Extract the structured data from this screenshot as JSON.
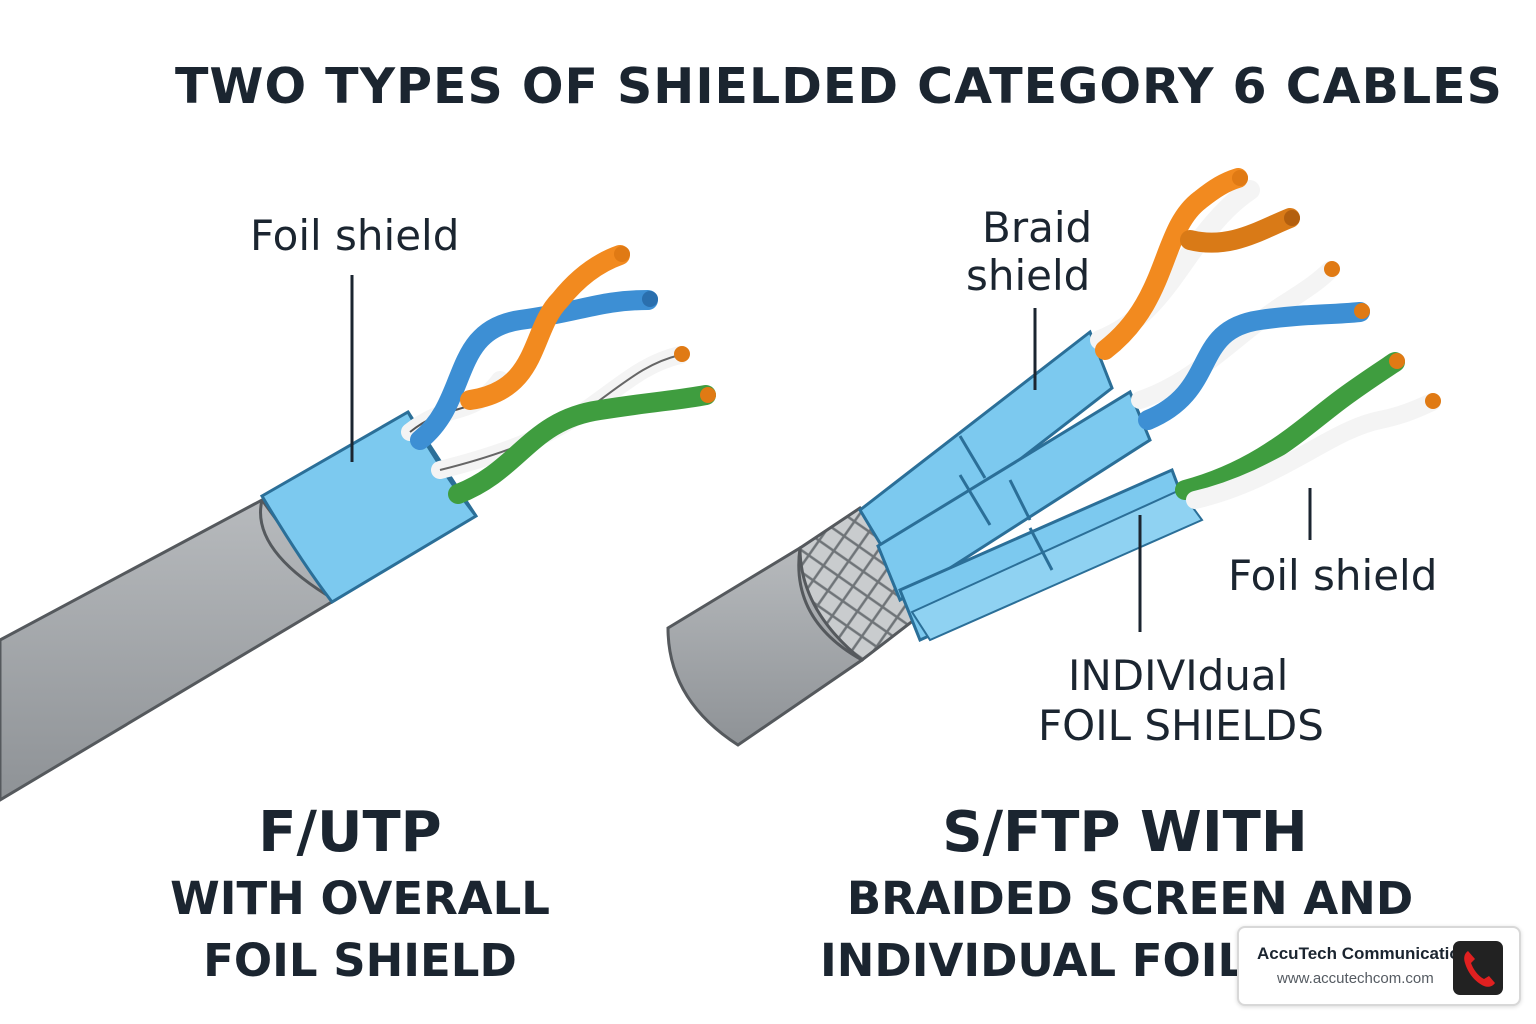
{
  "title": "TWO TYPES OF SHIELDED CATEGORY 6 CABLES",
  "left_cable": {
    "label_foil": "Foil shield",
    "caption_main": "F/UTP",
    "caption_line1": "WITH OVERALL",
    "caption_line2": "FOIL SHIELD"
  },
  "right_cable": {
    "label_braid_1": "Braid",
    "label_braid_2": "shield",
    "label_foil": "Foil shield",
    "label_individual_1": "INDIVIdual",
    "label_individual_2": "FOIL SHIELDS",
    "caption_main": "S/FTP WITH",
    "caption_line1": "BRAIDED SCREEN AND",
    "caption_line2": "INDIVIDUAL FOIL S"
  },
  "badge": {
    "name": "AccuTech Communication",
    "url": "www.accutechcom.com",
    "icon": "phone-icon"
  },
  "colors": {
    "jacket": "#a3a7ab",
    "foil": "#7cc9ef",
    "orange": "#f28a1f",
    "blue": "#3d8fd4",
    "green": "#3f9d3f",
    "white_wire": "#f4f4f4",
    "text": "#1b2530",
    "badge_icon_bg": "#222222",
    "badge_icon_phone": "#e02020"
  }
}
